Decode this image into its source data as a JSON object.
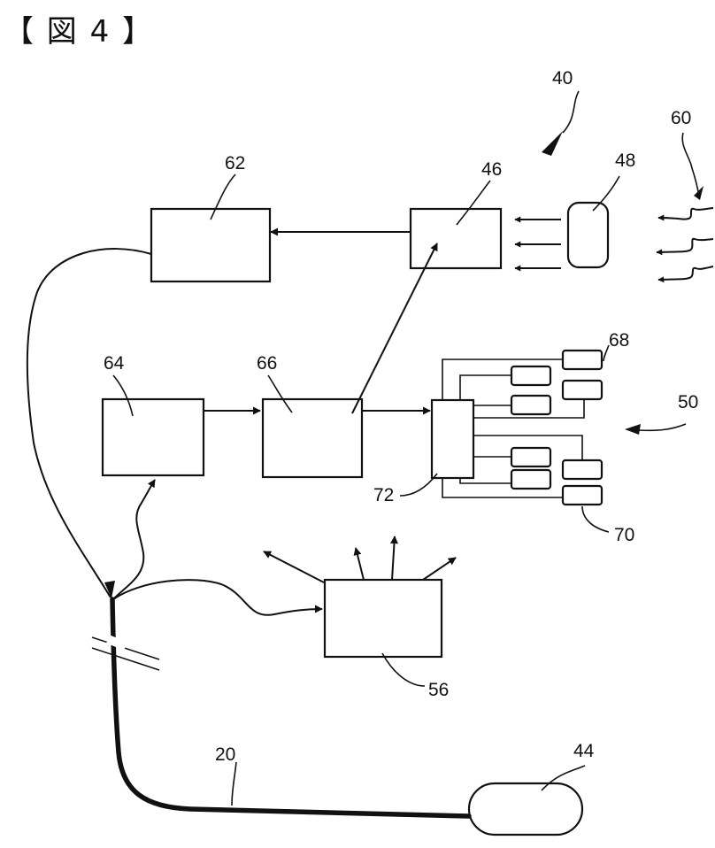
{
  "figure_label": "【 図 4 】",
  "refs": {
    "r20": "20",
    "r40": "40",
    "r44": "44",
    "r46": "46",
    "r48": "48",
    "r50": "50",
    "r56": "56",
    "r60": "60",
    "r62": "62",
    "r64": "64",
    "r66": "66",
    "r68": "68",
    "r70": "70",
    "r72": "72"
  }
}
